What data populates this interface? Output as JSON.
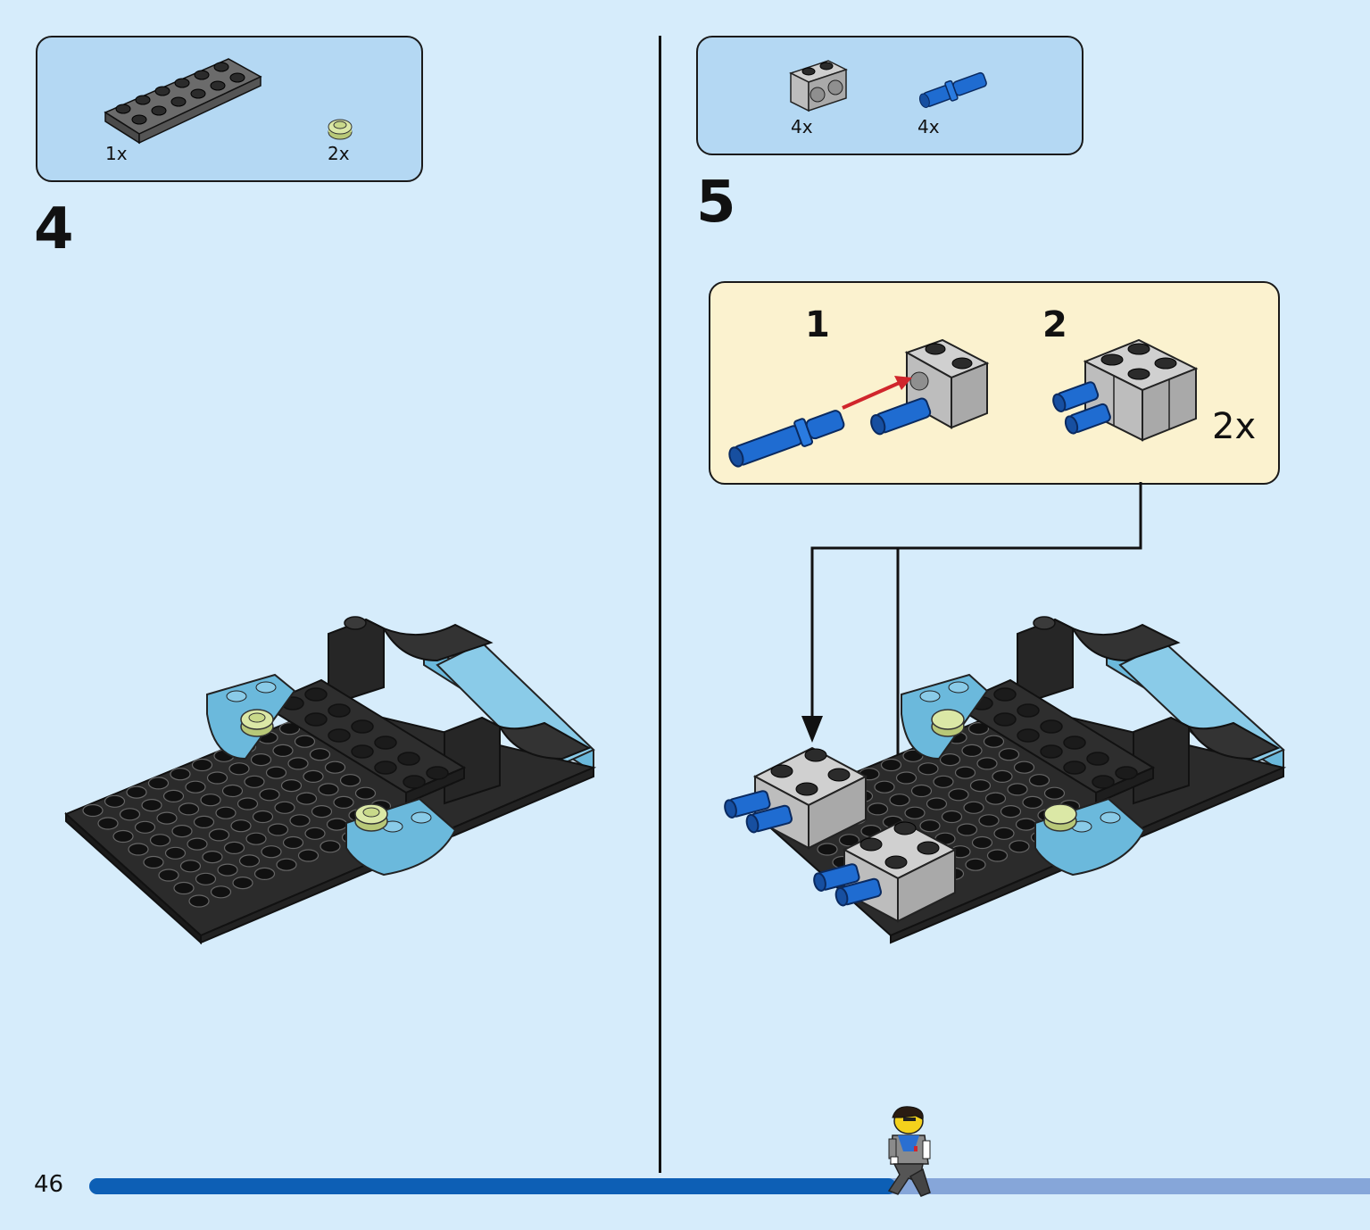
{
  "page": {
    "number": "46"
  },
  "progress": {
    "fraction": 0.63
  },
  "step4": {
    "number": "4",
    "parts": [
      {
        "name": "dark grey plate 2x6",
        "qty": "1x"
      },
      {
        "name": "transparent yellow round plate 1x1",
        "qty": "2x"
      }
    ]
  },
  "step5": {
    "number": "5",
    "parts": [
      {
        "name": "light grey technic brick with hole",
        "qty": "4x"
      },
      {
        "name": "blue technic pin",
        "qty": "4x"
      }
    ],
    "subassembly": {
      "step1": "1",
      "step2": "2",
      "qty": "2x"
    }
  },
  "colors": {
    "background": "#d6ecfb",
    "parts_box": "#b4d8f3",
    "callout": "#fbf2cf",
    "brick_dark": "#2b2b2b",
    "brick_grey": "#a9a9a9",
    "trans_blue": "#6bb9dc",
    "pin_blue": "#1f6cd1",
    "trans_yellow": "#c9d98a",
    "arrow_red": "#d0262c",
    "progress_done": "#0d5fb5",
    "progress_rest": "#86a6d9"
  }
}
